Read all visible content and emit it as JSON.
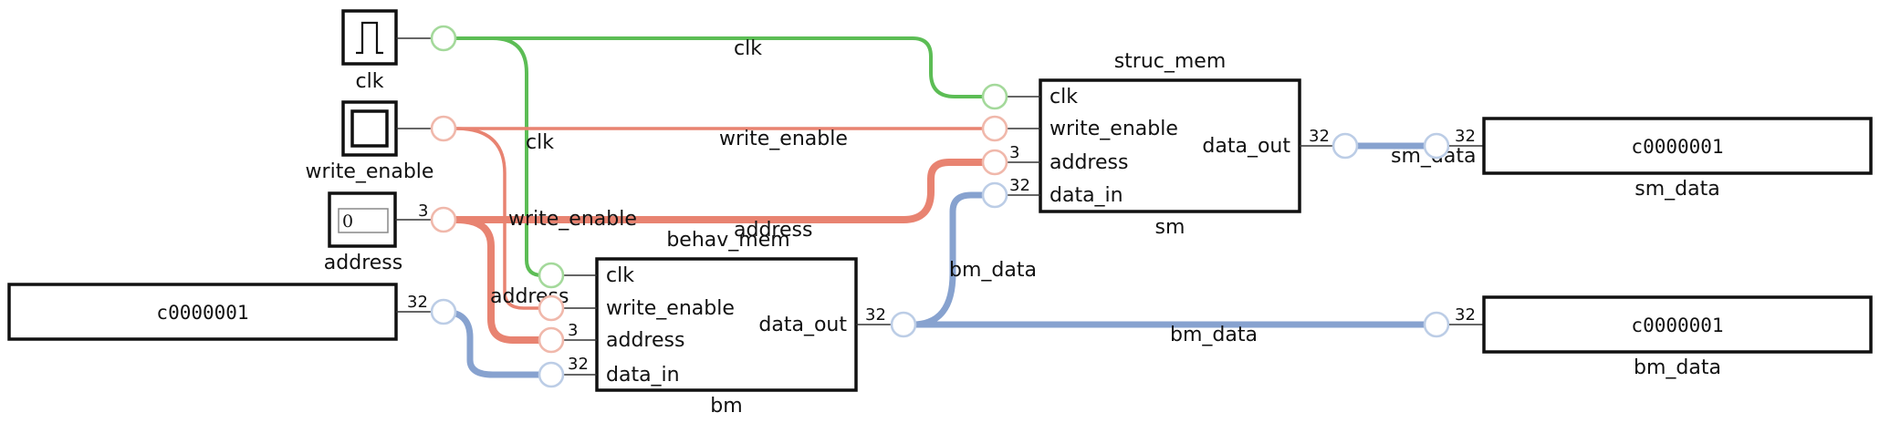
{
  "colors": {
    "clk": "#5cbd55",
    "write_enable": "#e88371",
    "address": "#e88371",
    "data": "#87a2cf",
    "clk_port": "#a4d99b",
    "we_port": "#f0b8ab",
    "data_port": "#bccde6"
  },
  "inputs": {
    "clk": {
      "label": "clk",
      "icon": "square-wave-icon"
    },
    "write_enable": {
      "label": "write_enable",
      "icon": "toggle-box-icon"
    },
    "address": {
      "label": "address",
      "value": "0",
      "width": "3"
    },
    "bm_data_in": {
      "value": "c0000001",
      "width": "32"
    }
  },
  "modules": {
    "struc_mem": {
      "title": "struc_mem",
      "instance": "sm",
      "ports_in": [
        "clk",
        "write_enable",
        "address",
        "data_in"
      ],
      "port_out": "data_out",
      "widths": {
        "address": "3",
        "data_in": "32",
        "data_out": "32"
      }
    },
    "behav_mem": {
      "title": "behav_mem",
      "instance": "bm",
      "ports_in": [
        "clk",
        "write_enable",
        "address",
        "data_in"
      ],
      "port_out": "data_out",
      "widths": {
        "address": "3",
        "data_in": "32",
        "data_out": "32"
      }
    }
  },
  "outputs": {
    "sm_data": {
      "label": "sm_data",
      "value": "c0000001",
      "width": "32"
    },
    "bm_data": {
      "label": "bm_data",
      "value": "c0000001",
      "width": "32"
    }
  },
  "wire_labels": {
    "clk_top": "clk",
    "clk_branch": "clk",
    "we_top": "write_enable",
    "we_overlap": "write_enable",
    "address_top": "address",
    "address_branch": "address",
    "sm_data": "sm_data",
    "bm_data_up": "bm_data",
    "bm_data_right": "bm_data"
  }
}
